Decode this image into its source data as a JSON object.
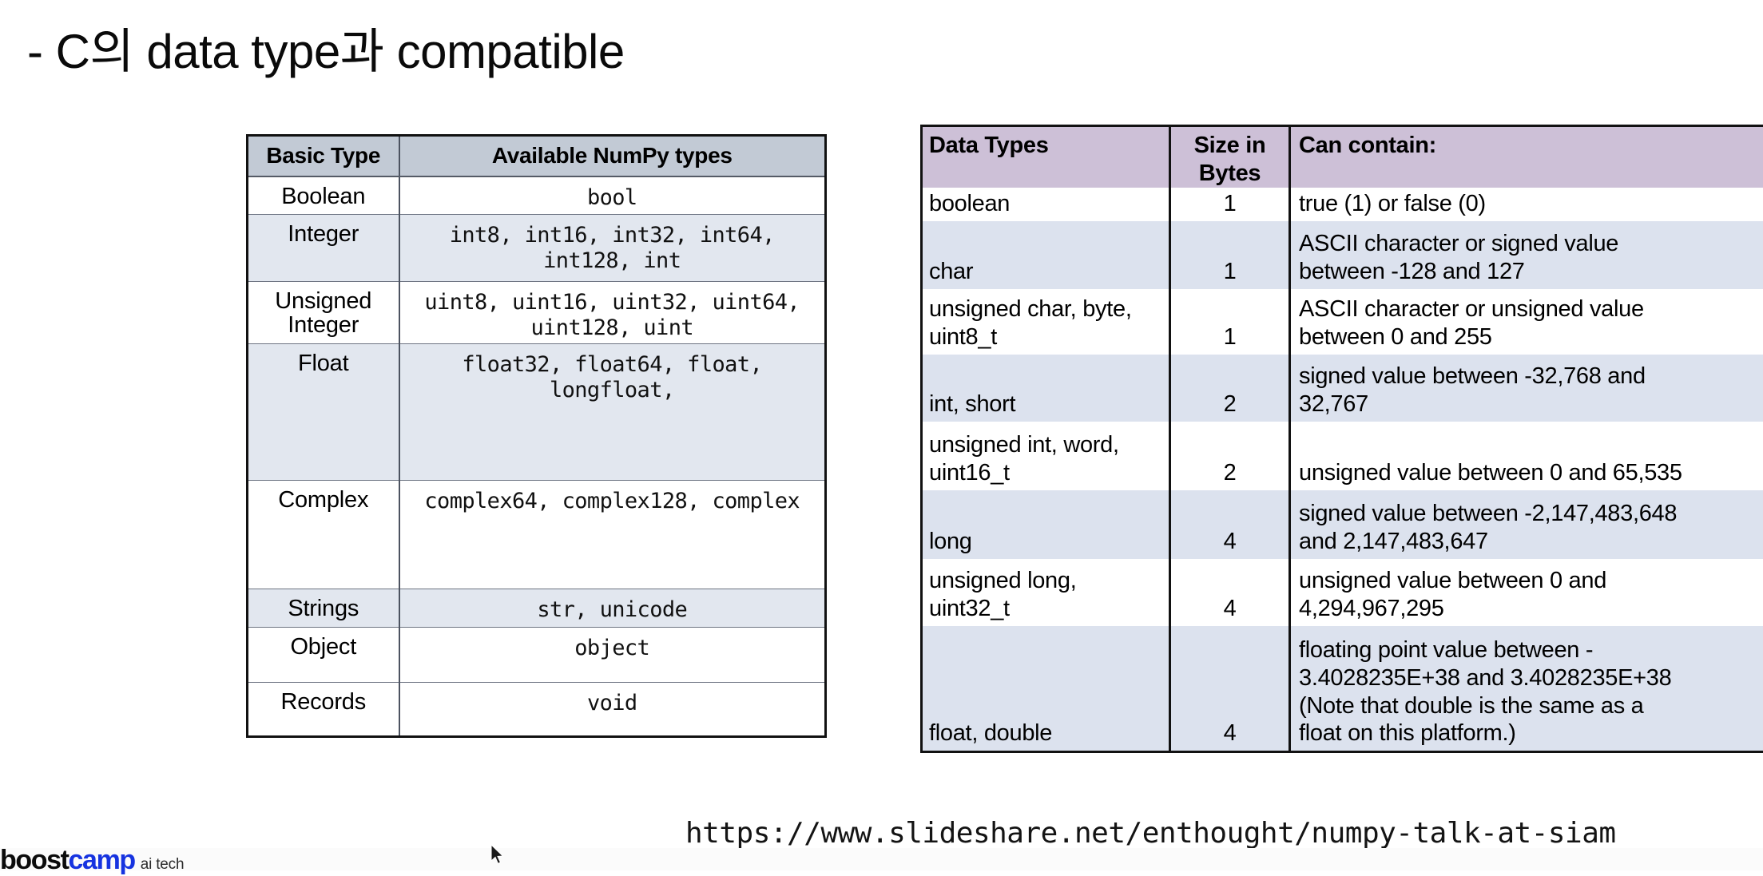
{
  "slide": {
    "title": "- C의 data type과 compatible",
    "source_url": "https://www.slideshare.net/enthought/numpy-talk-at-siam"
  },
  "brand": {
    "name_part1": "boost",
    "name_part2": "camp",
    "suffix": "ai tech",
    "accent_color": "#1633e0"
  },
  "numpy_table": {
    "name": "Basic Type to Available NumPy types",
    "header_bg": "#c2cad5",
    "shade_bg": "#e2e7ef",
    "columns": [
      "Basic Type",
      "Available NumPy types"
    ],
    "rows": [
      {
        "basic": "Boolean",
        "available": "bool"
      },
      {
        "basic": "Integer",
        "available": "int8, int16, int32, int64,\nint128, int"
      },
      {
        "basic": "Unsigned\nInteger",
        "available": "uint8, uint16, uint32, uint64,\nuint128, uint"
      },
      {
        "basic": "Float",
        "available": "float32, float64, float,\nlongfloat,"
      },
      {
        "basic": "Complex",
        "available": "complex64, complex128, complex"
      },
      {
        "basic": "Strings",
        "available": "str, unicode"
      },
      {
        "basic": "Object",
        "available": "object"
      },
      {
        "basic": "Records",
        "available": "void"
      }
    ]
  },
  "c_table": {
    "name": "C Data Types sizes and ranges",
    "header_bg": "#cdc0d7",
    "shade_bg": "#dce2ee",
    "columns": [
      "Data Types",
      "Size in Bytes",
      "Can contain:"
    ],
    "column_header_lines": {
      "size_line1": "Size in",
      "size_line2": "Bytes"
    },
    "rows": [
      {
        "type": "boolean",
        "size": "1",
        "contains": "true (1) or false (0)"
      },
      {
        "type": "char",
        "size": "1",
        "contains": "ASCII character or signed value\nbetween -128 and 127"
      },
      {
        "type": "unsigned char, byte,\nuint8_t",
        "size": "1",
        "contains": "ASCII character or unsigned value\nbetween 0 and 255"
      },
      {
        "type": "int, short",
        "size": "2",
        "contains": "signed value between -32,768 and\n32,767"
      },
      {
        "type": "unsigned int, word,\nuint16_t",
        "size": "2",
        "contains": "unsigned value between 0 and 65,535"
      },
      {
        "type": "long",
        "size": "4",
        "contains": "signed value between -2,147,483,648\nand 2,147,483,647"
      },
      {
        "type": "unsigned long,\nuint32_t",
        "size": "4",
        "contains": "unsigned value between 0 and\n4,294,967,295"
      },
      {
        "type": "float, double",
        "size": "4",
        "contains": "floating point value between -\n3.4028235E+38 and 3.4028235E+38\n(Note that double is the same as a\nfloat on this platform.)"
      }
    ]
  }
}
